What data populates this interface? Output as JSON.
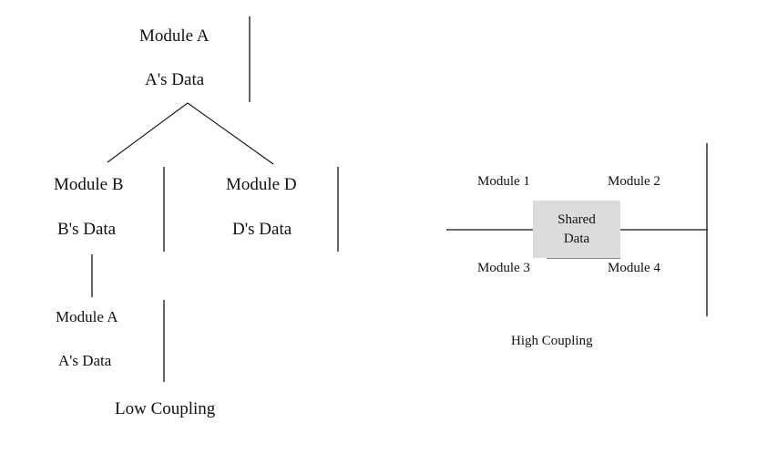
{
  "low_coupling": {
    "top": {
      "module": "Module A",
      "data": "A's Data"
    },
    "left": {
      "module": "Module B",
      "data": "B's Data"
    },
    "right": {
      "module": "Module D",
      "data": "D's Data"
    },
    "bottom": {
      "module": "Module A",
      "data": "A's Data"
    },
    "caption": "Low Coupling"
  },
  "high_coupling": {
    "modules": [
      "Module 1",
      "Module 2",
      "Module 3",
      "Module 4"
    ],
    "shared": {
      "line1": "Shared",
      "line2": "Data"
    },
    "caption": "High Coupling"
  }
}
